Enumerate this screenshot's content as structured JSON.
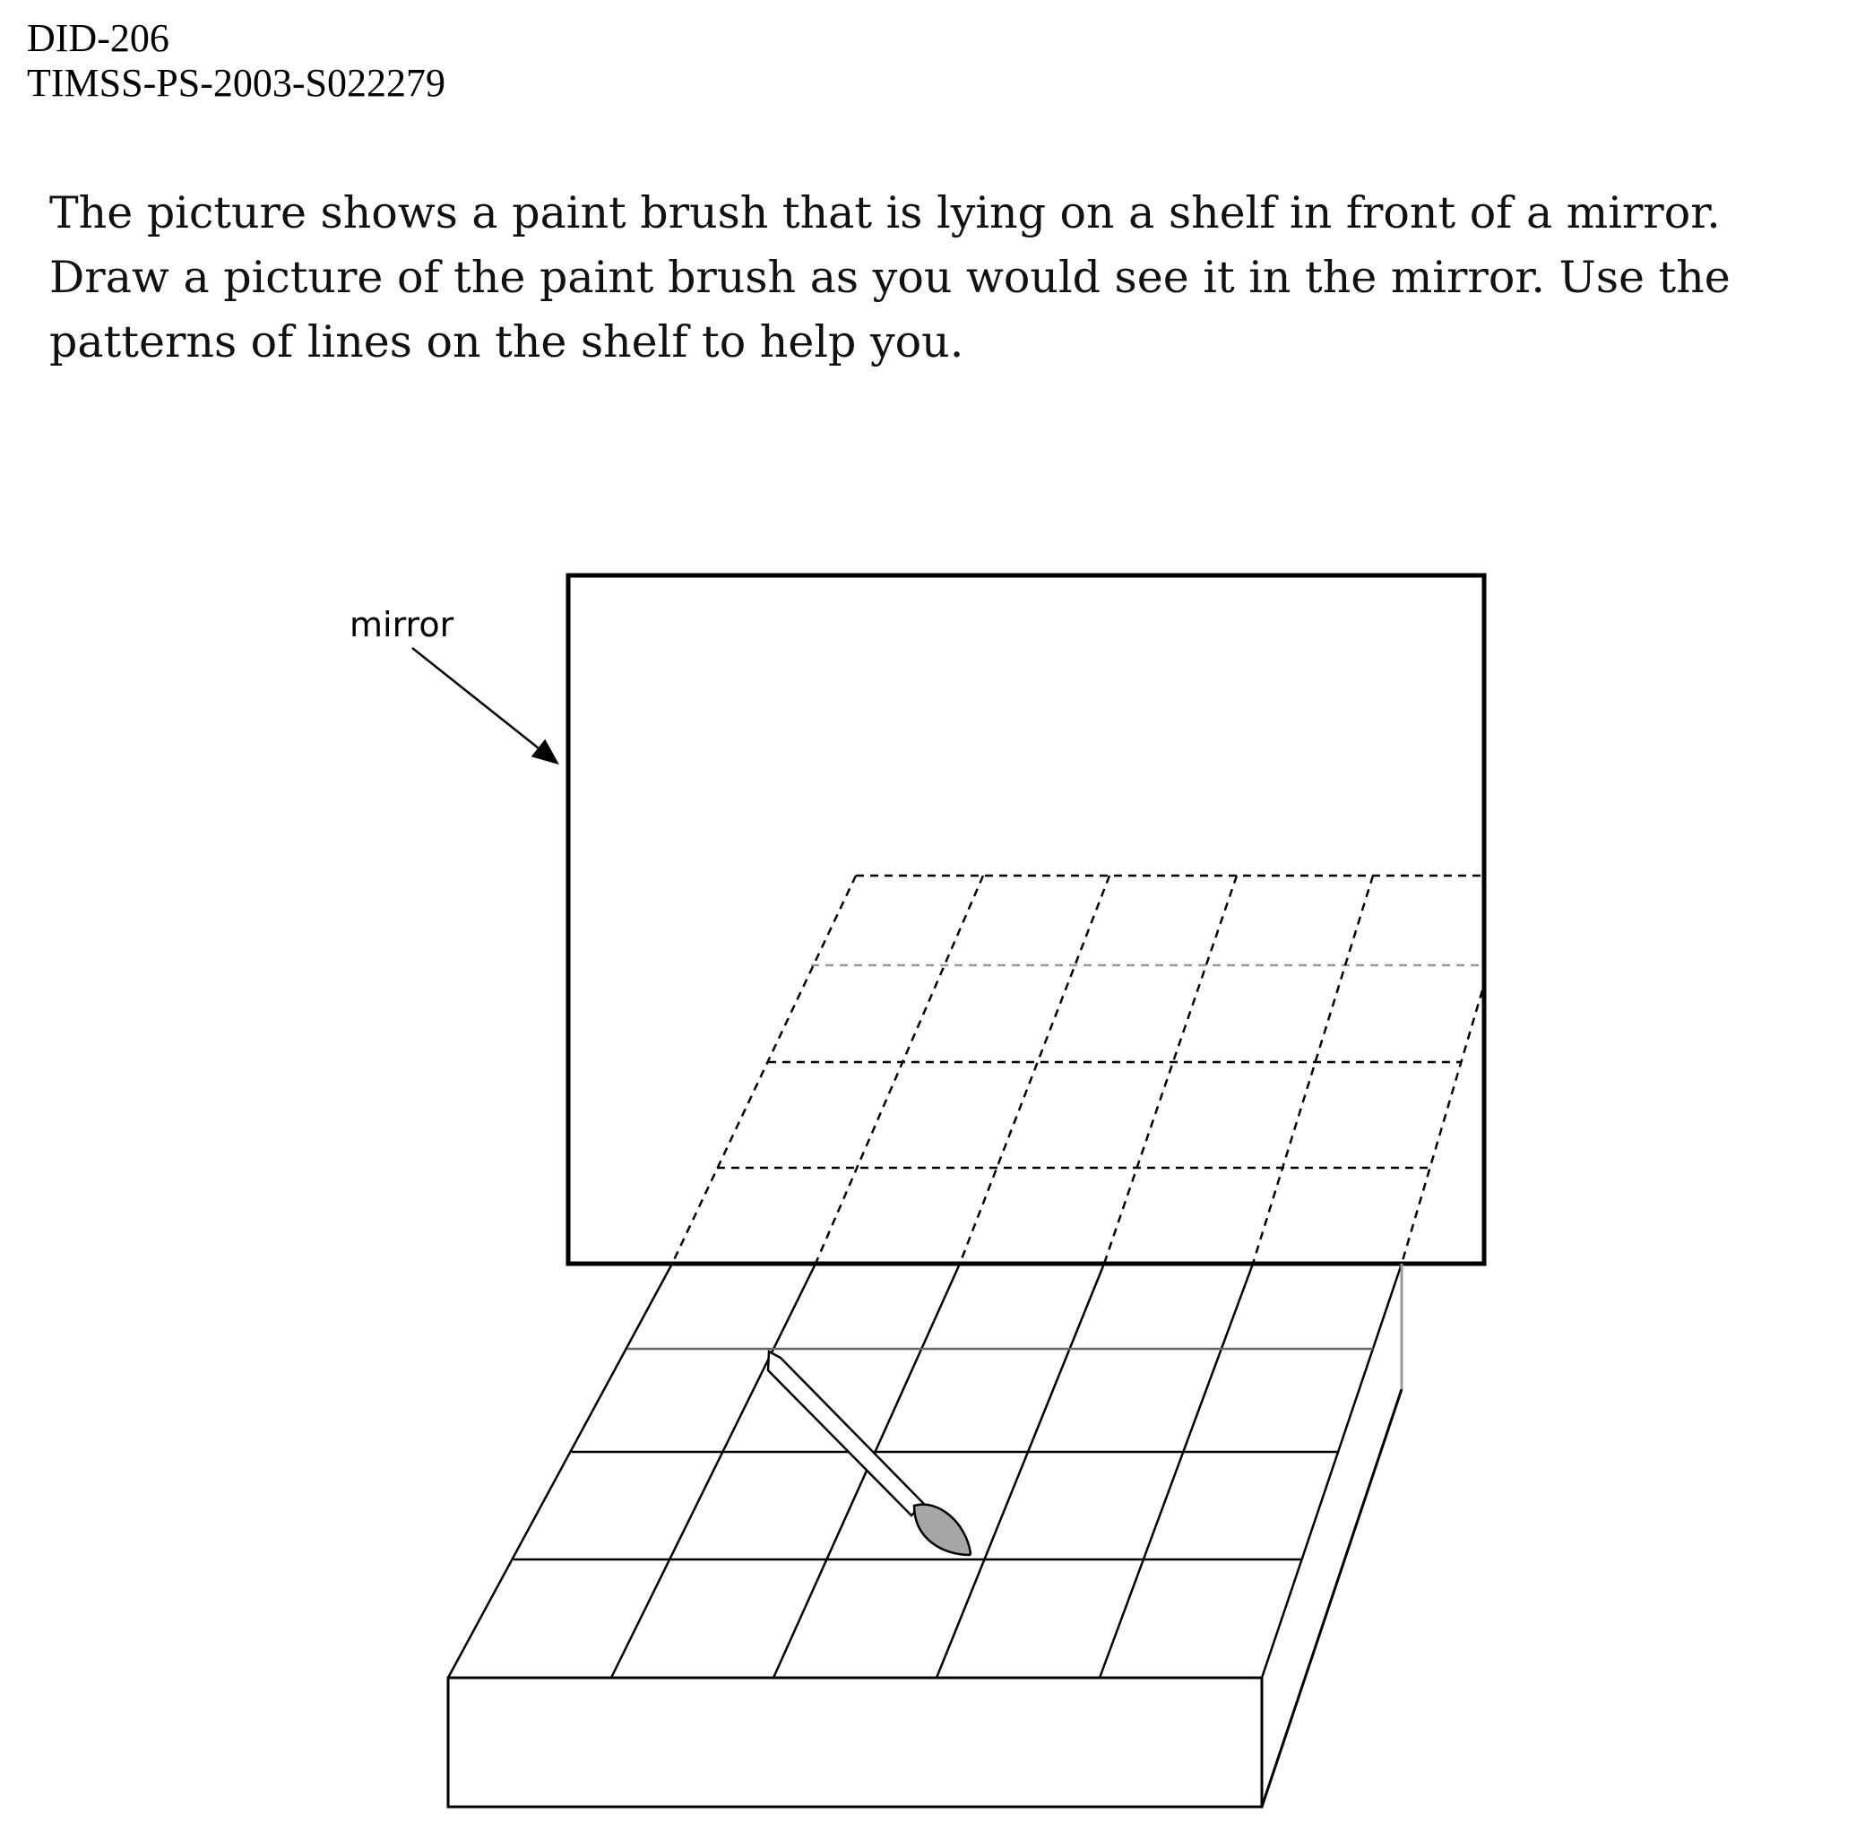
{
  "header": {
    "id_line": "DID-206",
    "code_line": "TIMSS-PS-2003-S022279"
  },
  "question": {
    "lines": [
      "The picture shows a paint brush that is lying on a shelf in front of a mirror.",
      "Draw a picture of the paint brush as you would see it in the mirror.  Use the",
      "patterns of lines on the shelf to help you."
    ]
  },
  "figure": {
    "mirror_label": "mirror",
    "colors": {
      "line": "#000000",
      "reflection_faint": "#999999",
      "brush_tip": "#a6a6a6"
    }
  }
}
